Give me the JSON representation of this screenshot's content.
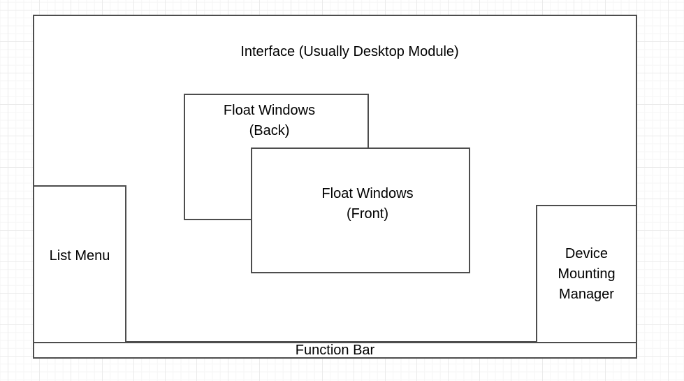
{
  "diagram": {
    "interface_label": "Interface (Usually Desktop Module)",
    "float_back": {
      "line1": "Float Windows",
      "line2": "(Back)"
    },
    "float_front": {
      "line1": "Float Windows",
      "line2": "(Front)"
    },
    "list_menu_label": "List Menu",
    "device_manager": {
      "line1": "Device",
      "line2": "Mounting",
      "line3": "Manager"
    },
    "function_bar_label": "Function Bar",
    "colors": {
      "shape_border": "#4d4d4d",
      "shape_fill": "#ffffff",
      "text": "#000000",
      "grid_minor": "#f6f6f6",
      "grid_major": "#ebebeb"
    }
  }
}
